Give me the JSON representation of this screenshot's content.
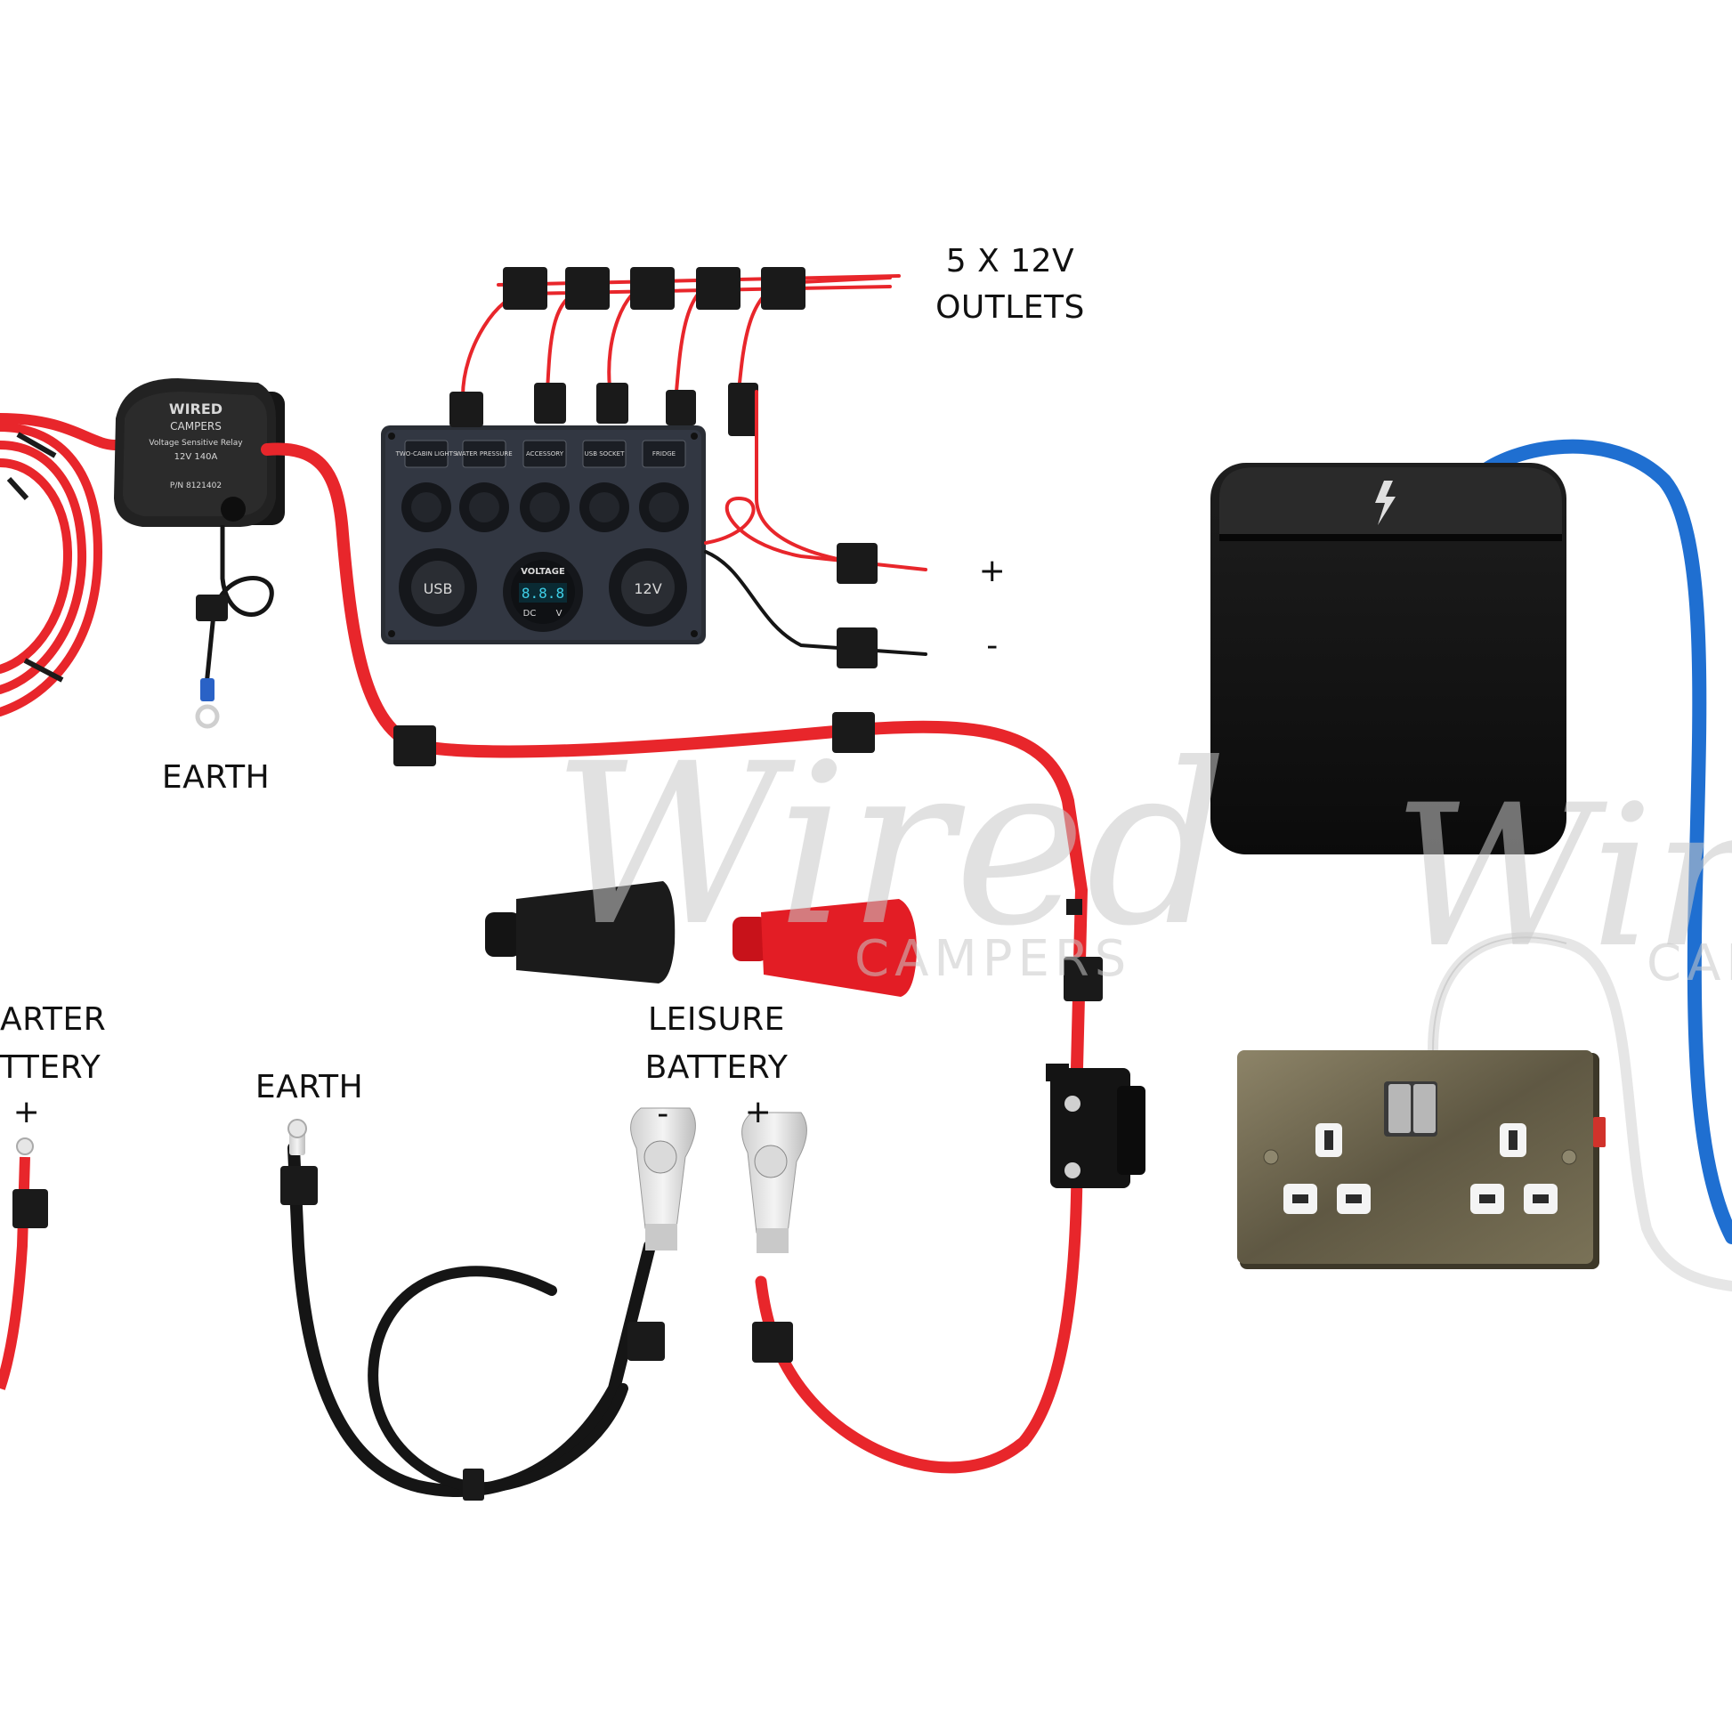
{
  "labels": {
    "outlets_line1": "5 X 12V",
    "outlets_line2": "OUTLETS",
    "plus_terminal": "+",
    "minus_terminal": "-",
    "earth_top": "EARTH",
    "earth_bottom": "EARTH",
    "starter_line1": "ARTER",
    "starter_line2": "TTERY",
    "starter_plus": "+",
    "leisure_line1": "LEISURE",
    "leisure_line2": "BATTERY",
    "leisure_minus": "-",
    "leisure_plus": "+"
  },
  "relay": {
    "brand_line1": "WIRED",
    "brand_line2": "CAMPERS",
    "subtitle": "Voltage Sensitive Relay",
    "rating": "12V  140A",
    "part_no": "P/N 8121402"
  },
  "switch_panel": {
    "switch_labels": [
      "TWO-CABIN LIGHTS",
      "WATER PRESSURE",
      "ACCESSORY",
      "USB SOCKET",
      "FRIDGE"
    ],
    "socket_left": "USB",
    "meter_title": "VOLTAGE",
    "meter_dc": "DC",
    "meter_v": "V",
    "meter_reading": "8.8.8",
    "socket_right": "12V"
  },
  "watermark": {
    "script": "Wired",
    "sub": "CAMPERS",
    "script_right": "Wir",
    "sub_right": "CAM"
  },
  "colors": {
    "red_wire": "#e8262b",
    "black_wire": "#151515",
    "blue_wire": "#1f6fd1",
    "white_wire": "#e6e6e6",
    "panel": "#2a2e35",
    "brass_plate": "#6e6650"
  }
}
